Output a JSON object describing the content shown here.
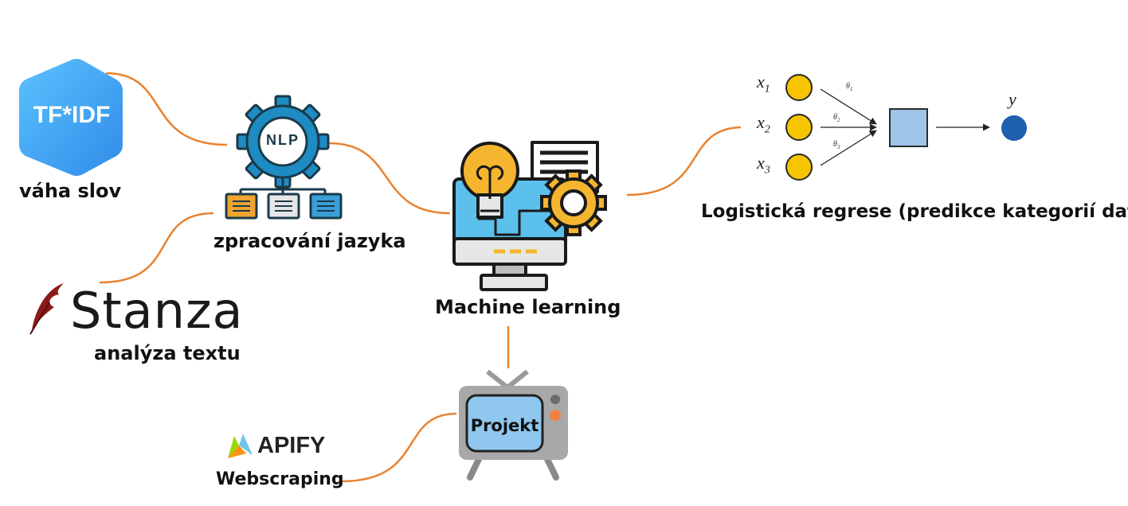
{
  "nodes": {
    "tfidf": {
      "logo_text": "TF*IDF",
      "label": "váha slov"
    },
    "nlp": {
      "icon_text": "NLP",
      "label": "zpracování jazyka"
    },
    "stanza": {
      "logo_text": "Stanza",
      "label": "analýza textu"
    },
    "ml": {
      "label": "Machine learning"
    },
    "logreg": {
      "label": "Logistická regrese (predikce kategorií dat)",
      "inputs": [
        "x",
        "x",
        "x"
      ],
      "input_subscripts": [
        "1",
        "2",
        "3"
      ],
      "weights": [
        "θ",
        "θ",
        "θ"
      ],
      "weight_subscripts": [
        "1",
        "2",
        "3"
      ],
      "output": "y"
    },
    "projekt": {
      "label": "Projekt"
    },
    "apify": {
      "logo_text": "APIFY",
      "label": "Webscraping"
    }
  },
  "colors": {
    "connector": "#e8822f",
    "tfidf_blue": "#4aa8f0",
    "gear_blue": "#1e8bc3",
    "ml_yellow": "#f5b52e",
    "ml_screen": "#5bc0eb",
    "node_yellow": "#f6c400",
    "output_blue": "#1f5fb0",
    "stanza_red": "#8b1a1a"
  }
}
